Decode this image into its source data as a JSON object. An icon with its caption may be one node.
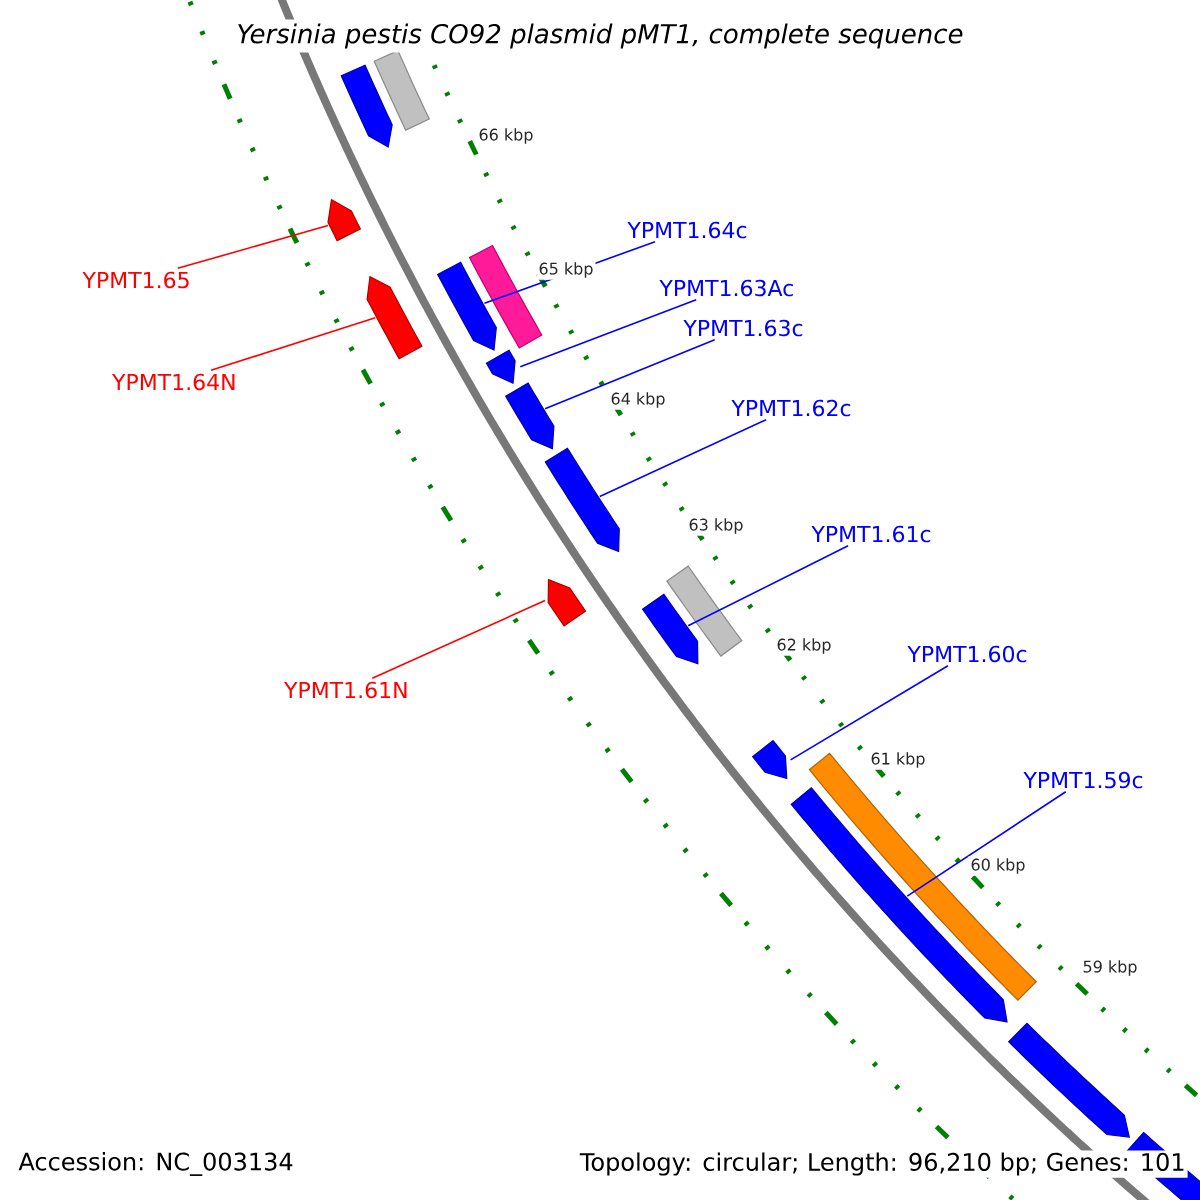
{
  "diagram": {
    "title": "*Yersinia pestis* CO92 plasmid pMT1, complete sequence",
    "nodes": [
      {
        "text": [],
        "shape": "arrow"
      },
      {
        "text": [],
        "shape": "bar"
      },
      {
        "text": [],
        "shape": "arrow"
      },
      {
        "text": [],
        "shape": "bar"
      },
      {
        "text": [],
        "shape": "arrow"
      },
      {
        "text": [],
        "shape": "arrow"
      },
      {
        "text": [],
        "shape": "arrow"
      },
      {
        "text": [],
        "shape": "arrow"
      },
      {
        "text": [],
        "shape": "arrow"
      },
      {
        "text": [],
        "shape": "arrow"
      },
      {
        "text": [],
        "shape": "bar"
      },
      {
        "text": [],
        "shape": "arrow"
      },
      {
        "text": [],
        "shape": "arrow"
      },
      {
        "text": [],
        "shape": "bar"
      },
      {
        "text": [],
        "shape": "arrow"
      },
      {
        "text": [],
        "shape": "arrow"
      },
      {
        "text": [],
        "shape": "arrow"
      },
      {
        "text": [
          "YPMT1.64c"
        ]
      },
      {
        "text": [
          "YPMT1.63Ac"
        ]
      },
      {
        "text": [
          "YPMT1.65"
        ]
      },
      {
        "text": [
          "YPMT1.63c"
        ]
      },
      {
        "text": [
          "YPMT1.64N"
        ]
      },
      {
        "text": [
          "YPMT1.62c"
        ]
      },
      {
        "text": [
          "YPMT1.61c"
        ]
      },
      {
        "text": [
          "YPMT1.61N"
        ]
      },
      {
        "text": [
          "YPMT1.60c"
        ]
      },
      {
        "text": [
          "YPMT1.59c"
        ]
      }
    ],
    "edges": [
      {
        "from": 17,
        "to": 4,
        "arrow": "none"
      },
      {
        "from": 18,
        "to": 6,
        "arrow": "none"
      },
      {
        "from": 19,
        "to": 2,
        "arrow": "none",
        "color": "#ff0000"
      },
      {
        "from": 20,
        "to": 7,
        "arrow": "none"
      },
      {
        "from": 21,
        "to": 5,
        "arrow": "none",
        "color": "#ff0000"
      },
      {
        "from": 22,
        "to": 8,
        "arrow": "none"
      },
      {
        "from": 23,
        "to": 11,
        "arrow": "none"
      },
      {
        "from": 24,
        "to": 9,
        "arrow": "none",
        "color": "#ff0000"
      },
      {
        "from": 25,
        "to": 12,
        "arrow": "none"
      },
      {
        "from": 26,
        "to": 14,
        "arrow": "none"
      }
    ],
    "labels": [
      "66 kbp",
      "65 kbp",
      "64 kbp",
      "63 kbp",
      "62 kbp",
      "61 kbp",
      "60 kbp",
      "59 kbp",
      "Accession: NC_003134",
      "Topology: circular; Length: 96,210 bp; Genes: 101"
    ]
  }
}
